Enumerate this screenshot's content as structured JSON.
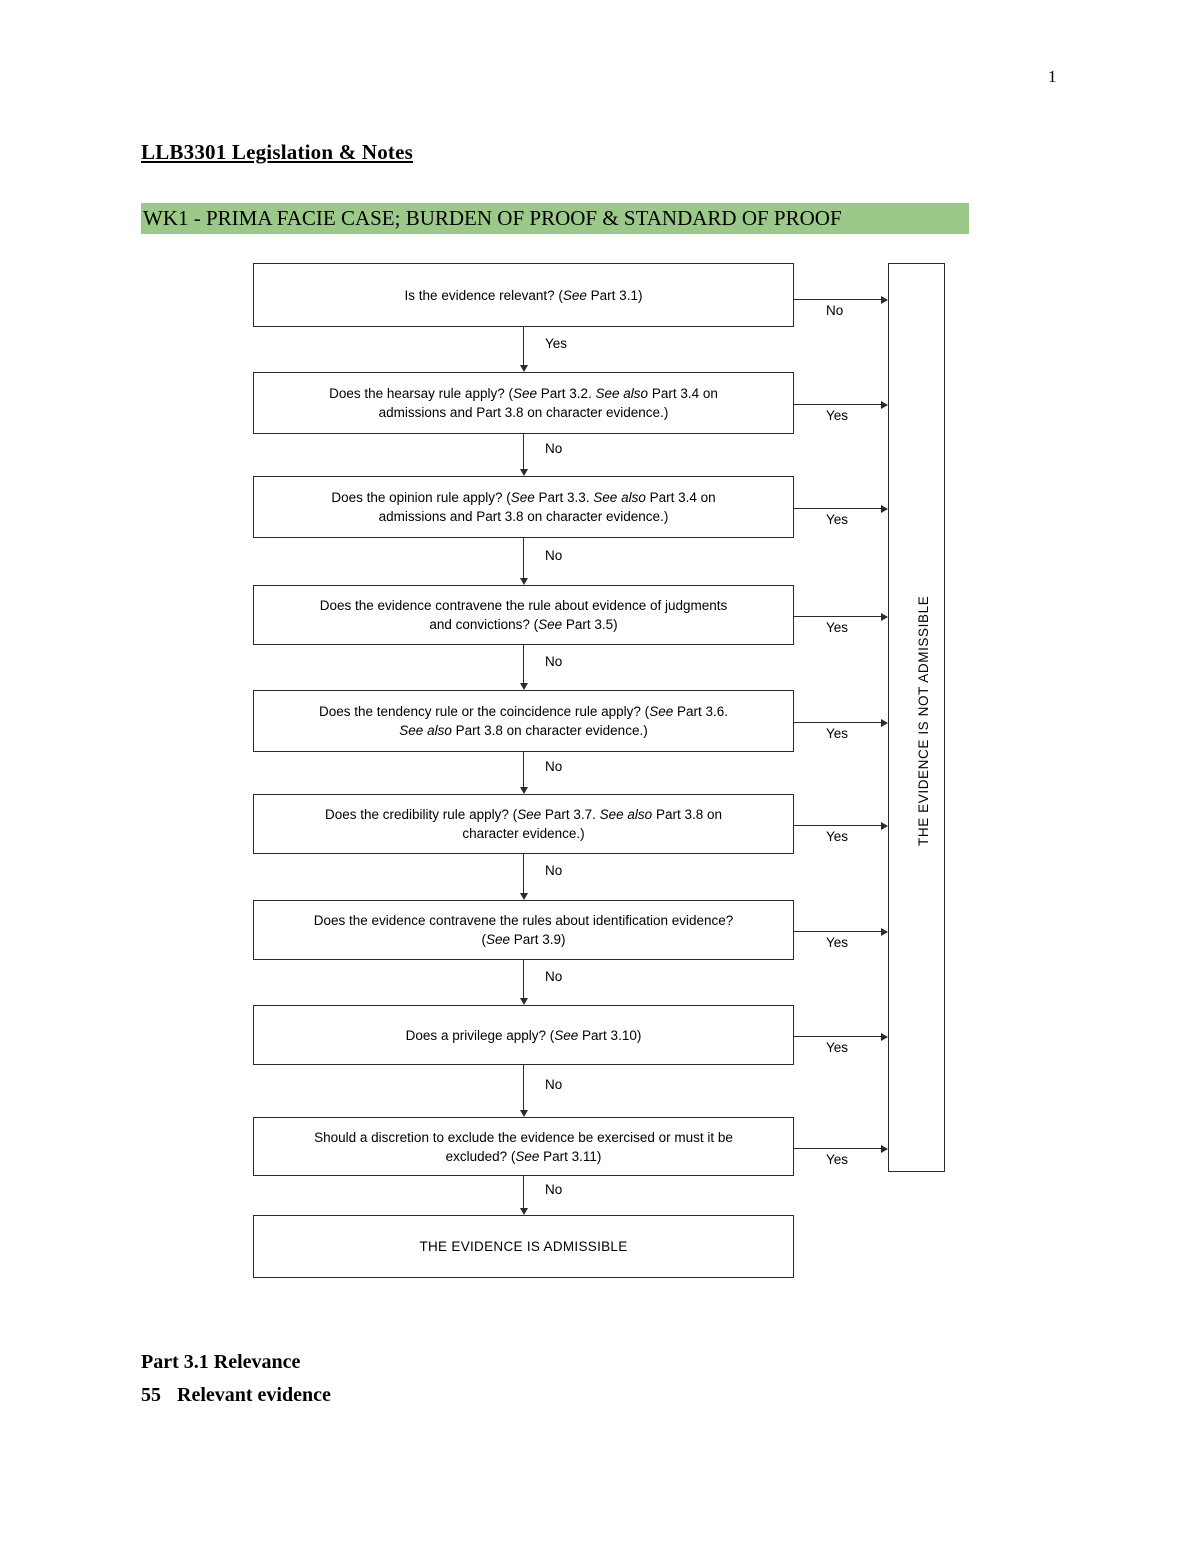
{
  "page": {
    "page_number": "1",
    "doc_title": "LLB3301 Legislation & Notes",
    "wk_heading": "WK1 - PRIMA FACIE CASE; BURDEN OF PROOF & STANDARD OF PROOF",
    "highlight_color": "#9CC98A"
  },
  "footer": {
    "part_heading": "Part 3.1 Relevance",
    "section_number": "55",
    "section_title": "Relevant evidence"
  },
  "chart_data": {
    "type": "diagram",
    "title": "Admissibility of evidence decision flowchart",
    "nodes": [
      {
        "id": "q1",
        "kind": "decision",
        "lines": [
          [
            {
              "t": "Is the evidence relevant? (",
              "i": false
            },
            {
              "t": "See",
              "i": true
            },
            {
              "t": " Part 3.1)",
              "i": false
            }
          ]
        ],
        "yes_label": "Yes",
        "no_label": "No",
        "exit_to_rail": "No",
        "exit_to_next": "Yes"
      },
      {
        "id": "q2",
        "kind": "decision",
        "lines": [
          [
            {
              "t": "Does the hearsay rule apply? (",
              "i": false
            },
            {
              "t": "See",
              "i": true
            },
            {
              "t": " Part 3.2. ",
              "i": false
            },
            {
              "t": "See also",
              "i": true
            },
            {
              "t": " Part 3.4 on",
              "i": false
            }
          ],
          [
            {
              "t": "admissions and Part 3.8 on character evidence.)",
              "i": false
            }
          ]
        ],
        "exit_to_rail": "Yes",
        "exit_to_next": "No"
      },
      {
        "id": "q3",
        "kind": "decision",
        "lines": [
          [
            {
              "t": "Does the opinion rule apply? (",
              "i": false
            },
            {
              "t": "See",
              "i": true
            },
            {
              "t": " Part 3.3. ",
              "i": false
            },
            {
              "t": "See also",
              "i": true
            },
            {
              "t": " Part 3.4 on",
              "i": false
            }
          ],
          [
            {
              "t": "admissions and Part 3.8 on character evidence.)",
              "i": false
            }
          ]
        ],
        "exit_to_rail": "Yes",
        "exit_to_next": "No"
      },
      {
        "id": "q4",
        "kind": "decision",
        "lines": [
          [
            {
              "t": "Does the evidence contravene the rule about evidence of judgments",
              "i": false
            }
          ],
          [
            {
              "t": "and convictions? (",
              "i": false
            },
            {
              "t": "See",
              "i": true
            },
            {
              "t": " Part 3.5)",
              "i": false
            }
          ]
        ],
        "exit_to_rail": "Yes",
        "exit_to_next": "No"
      },
      {
        "id": "q5",
        "kind": "decision",
        "lines": [
          [
            {
              "t": "Does the tendency rule or the coincidence rule apply? (",
              "i": false
            },
            {
              "t": "See",
              "i": true
            },
            {
              "t": " Part 3.6.",
              "i": false
            }
          ],
          [
            {
              "t": "See also",
              "i": true
            },
            {
              "t": " Part 3.8 on character evidence.)",
              "i": false
            }
          ]
        ],
        "exit_to_rail": "Yes",
        "exit_to_next": "No"
      },
      {
        "id": "q6",
        "kind": "decision",
        "lines": [
          [
            {
              "t": "Does the credibility rule apply? (",
              "i": false
            },
            {
              "t": "See",
              "i": true
            },
            {
              "t": " Part 3.7. ",
              "i": false
            },
            {
              "t": "See also",
              "i": true
            },
            {
              "t": " Part 3.8 on",
              "i": false
            }
          ],
          [
            {
              "t": "character evidence.)",
              "i": false
            }
          ]
        ],
        "exit_to_rail": "Yes",
        "exit_to_next": "No"
      },
      {
        "id": "q7",
        "kind": "decision",
        "lines": [
          [
            {
              "t": "Does the evidence contravene the rules about identification evidence?",
              "i": false
            }
          ],
          [
            {
              "t": "(",
              "i": false
            },
            {
              "t": "See",
              "i": true
            },
            {
              "t": " Part 3.9)",
              "i": false
            }
          ]
        ],
        "exit_to_rail": "Yes",
        "exit_to_next": "No"
      },
      {
        "id": "q8",
        "kind": "decision",
        "lines": [
          [
            {
              "t": "Does a privilege apply? (",
              "i": false
            },
            {
              "t": "See",
              "i": true
            },
            {
              "t": " Part 3.10)",
              "i": false
            }
          ]
        ],
        "exit_to_rail": "Yes",
        "exit_to_next": "No"
      },
      {
        "id": "q9",
        "kind": "decision",
        "lines": [
          [
            {
              "t": "Should a discretion to exclude the evidence be exercised or must it be",
              "i": false
            }
          ],
          [
            {
              "t": "excluded? (",
              "i": false
            },
            {
              "t": "See",
              "i": true
            },
            {
              "t": " Part 3.11)",
              "i": false
            }
          ]
        ],
        "exit_to_rail": "Yes",
        "exit_to_next": "No"
      },
      {
        "id": "admissible",
        "kind": "terminal",
        "lines": [
          [
            {
              "t": "THE EVIDENCE IS ADMISSIBLE",
              "i": false
            }
          ]
        ]
      }
    ],
    "rail": {
      "id": "not-admissible",
      "label": "THE EVIDENCE IS NOT ADMISSIBLE",
      "incoming_labels": [
        "No",
        "Yes",
        "Yes",
        "Yes",
        "Yes",
        "Yes",
        "Yes",
        "Yes",
        "Yes"
      ]
    },
    "down_labels": [
      "Yes",
      "No",
      "No",
      "No",
      "No",
      "No",
      "No",
      "No",
      "No"
    ]
  }
}
